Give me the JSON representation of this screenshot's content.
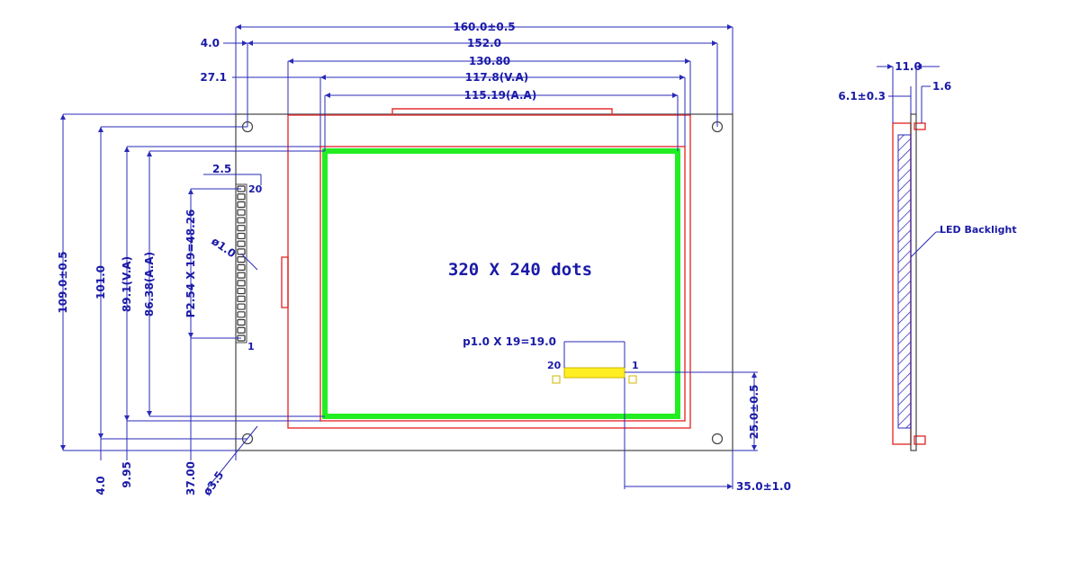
{
  "front_view": {
    "resolution_label": "320 X 240 dots",
    "dimensions": {
      "overall_width": "160.0±0.5",
      "hole_span_width": "152.0",
      "hole_offset_left": "4.0",
      "bezel_width": "130.80",
      "va_width": "117.8(V.A)",
      "aa_width": "115.19(A.A)",
      "va_left_offset": "27.1",
      "overall_height": "109.0±0.5",
      "hole_span_height": "101.0",
      "va_height": "89.1(V.A)",
      "aa_height": "86.38(A.A)",
      "pin_pitch": "P2.54 X 19=48.26",
      "pin_hole_dia": "ø1.0",
      "pin_row_offset": "2.5",
      "pin_first": "1",
      "pin_last": "20",
      "bottom_hole_offset": "4.0",
      "bottom_va_offset": "9.95",
      "bottom_pin_offset": "37.00",
      "mount_hole_dia": "ø3.5",
      "fpc_pitch": "p1.0 X 19=19.0",
      "fpc_pin_first": "1",
      "fpc_pin_last": "20",
      "fpc_height": "25.0±0.5",
      "fpc_offset": "35.0±1.0"
    }
  },
  "side_view": {
    "thickness": "11.0",
    "panel_offset": "6.1±0.3",
    "glass_thickness": "1.6",
    "backlight_label": "LED Backlight"
  },
  "colors": {
    "dimension": "#1a1aa8",
    "outline": "#444444",
    "bezel": "#e53030",
    "active_area": "#22ee22",
    "connector": "#ffee22"
  }
}
